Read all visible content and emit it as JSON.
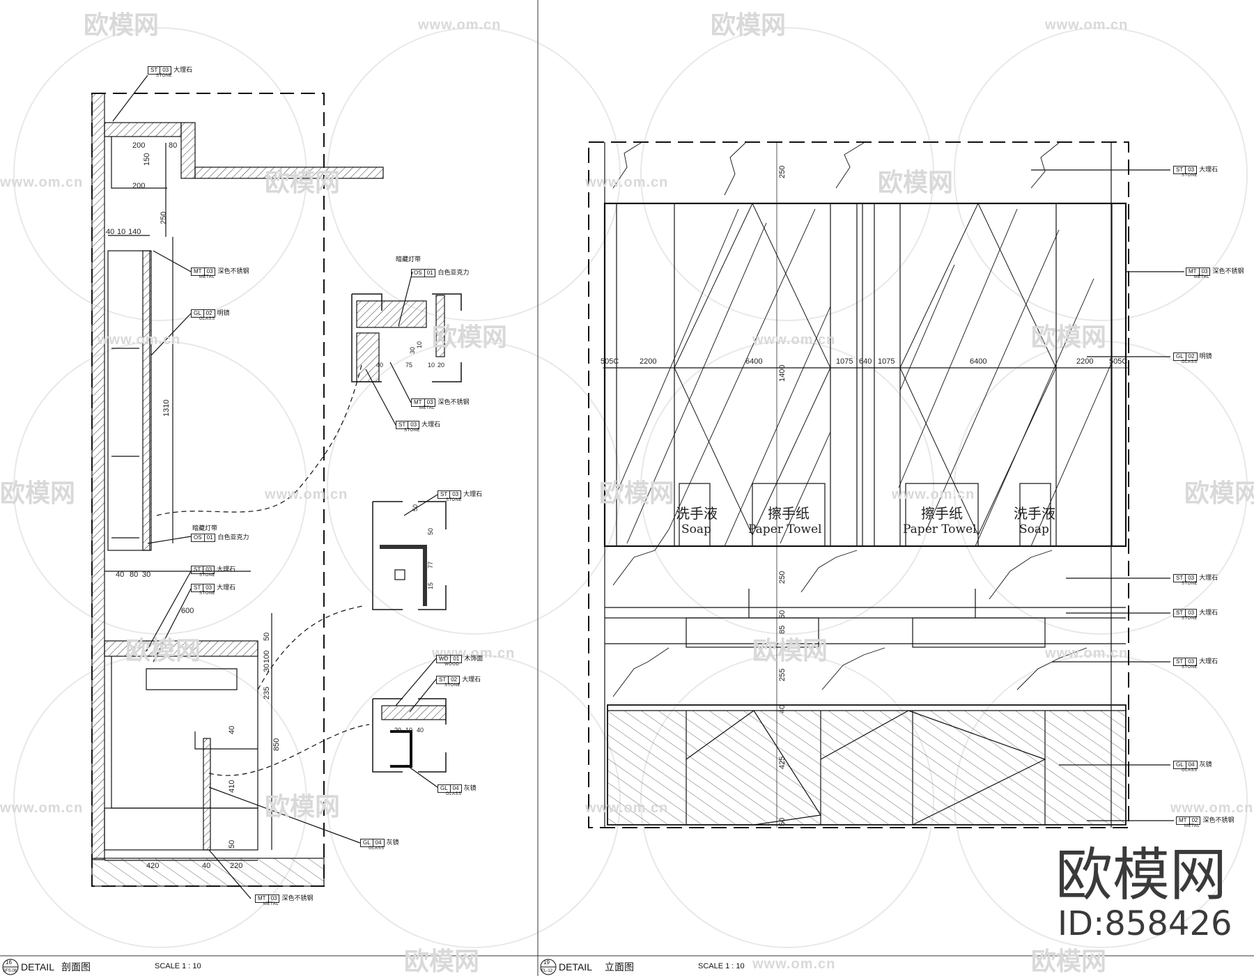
{
  "watermark": {
    "url": "www.om.cn",
    "brand_cn": "欧模网"
  },
  "left": {
    "footer": {
      "num": "16",
      "ref": "SFS.08",
      "detail": "DETAIL",
      "title_cn": "剖面图",
      "scale": "SCALE 1 : 10"
    },
    "dims": [
      "200",
      "80",
      "150",
      "200",
      "250",
      "40",
      "10",
      "140",
      "1310",
      "40",
      "80",
      "30",
      "600",
      "50",
      "100",
      "30",
      "235",
      "850",
      "40",
      "410",
      "50",
      "420",
      "40",
      "220"
    ],
    "tags": [
      {
        "code": "ST",
        "num": "03",
        "cn": "大理石",
        "en": "STONE"
      },
      {
        "code": "MT",
        "num": "03",
        "cn": "深色不锈钢",
        "en": "METAL"
      },
      {
        "code": "GL",
        "num": "02",
        "cn": "明镜",
        "en": "GLASS"
      },
      {
        "code": "OS",
        "num": "01",
        "cn": "白色亚克力",
        "en": ""
      },
      {
        "code": "ST",
        "num": "03",
        "cn": "大理石",
        "en": "STONE"
      },
      {
        "code": "ST",
        "num": "03",
        "cn": "大理石",
        "en": "STONE"
      },
      {
        "code": "GL",
        "num": "04",
        "cn": "灰镜",
        "en": "GLASS"
      },
      {
        "code": "MT",
        "num": "03",
        "cn": "深色不锈钢",
        "en": "METAL"
      }
    ],
    "note_led": "暗藏灯带",
    "detail_a": {
      "led": "暗藏灯带",
      "tags": [
        {
          "code": "OS",
          "num": "01",
          "cn": "白色亚克力",
          "en": ""
        },
        {
          "code": "MT",
          "num": "03",
          "cn": "深色不锈钢",
          "en": "METAL"
        },
        {
          "code": "ST",
          "num": "03",
          "cn": "大理石",
          "en": "STONE"
        }
      ],
      "dims": [
        "40",
        "75",
        "10",
        "20",
        "30",
        "10"
      ]
    },
    "detail_b": {
      "tags": [
        {
          "code": "ST",
          "num": "03",
          "cn": "大理石",
          "en": "STONE"
        }
      ],
      "dims": [
        "50",
        "50",
        "77",
        "15"
      ]
    },
    "detail_c": {
      "tags": [
        {
          "code": "WD",
          "num": "01",
          "cn": "木饰面",
          "en": "WOOD"
        },
        {
          "code": "ST",
          "num": "02",
          "cn": "大理石",
          "en": "STONE"
        },
        {
          "code": "GL",
          "num": "04",
          "cn": "灰镜",
          "en": "GLASS"
        }
      ],
      "dims": [
        "20",
        "10",
        "40"
      ]
    }
  },
  "right": {
    "footer": {
      "num": "19",
      "ref": "EL-12",
      "detail": "DETAIL",
      "title_cn": "立面图",
      "scale": "SCALE 1 : 10"
    },
    "hdims": [
      "505C",
      "2200",
      "6400",
      "1075",
      "640",
      "1075",
      "6400",
      "2200",
      "505C"
    ],
    "vdims": [
      "250",
      "1400",
      "250",
      "50",
      "85",
      "255",
      "40",
      "425",
      "50"
    ],
    "labels": [
      {
        "cn": "洗手液",
        "en": "Soap"
      },
      {
        "cn": "擦手纸",
        "en": "Paper Towel"
      },
      {
        "cn": "擦手纸",
        "en": "Paper Towel"
      },
      {
        "cn": "洗手液",
        "en": "Soap"
      }
    ],
    "tags": [
      {
        "code": "ST",
        "num": "03",
        "cn": "大理石",
        "en": "STONE"
      },
      {
        "code": "MT",
        "num": "03",
        "cn": "深色不锈钢",
        "en": "METAL"
      },
      {
        "code": "GL",
        "num": "02",
        "cn": "明镜",
        "en": "GLASS"
      },
      {
        "code": "ST",
        "num": "03",
        "cn": "大理石",
        "en": "STONE"
      },
      {
        "code": "ST",
        "num": "03",
        "cn": "大理石",
        "en": "STONE"
      },
      {
        "code": "ST",
        "num": "03",
        "cn": "大理石",
        "en": "STONE"
      },
      {
        "code": "GL",
        "num": "04",
        "cn": "灰镜",
        "en": "GLASS"
      },
      {
        "code": "MT",
        "num": "02",
        "cn": "深色不锈钢",
        "en": "METAL"
      }
    ]
  },
  "brand": {
    "name": "欧模网",
    "id": "ID:858426"
  }
}
